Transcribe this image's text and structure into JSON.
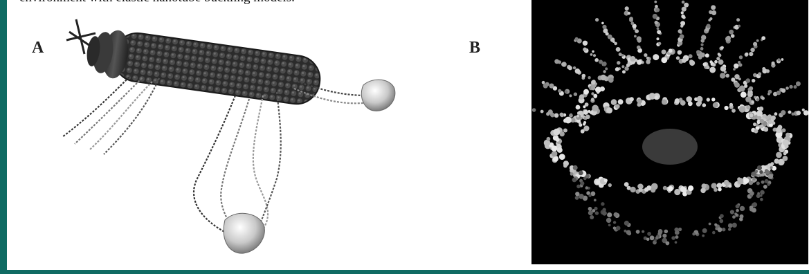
{
  "caption": {
    "truncated_text": "environment with elastic nanotube buckling models."
  },
  "panels": {
    "a_label": "A",
    "b_label": "B"
  },
  "colors": {
    "frame": "#0f6b63",
    "page": "#ffffff",
    "panel_b_bg": "#000000"
  }
}
